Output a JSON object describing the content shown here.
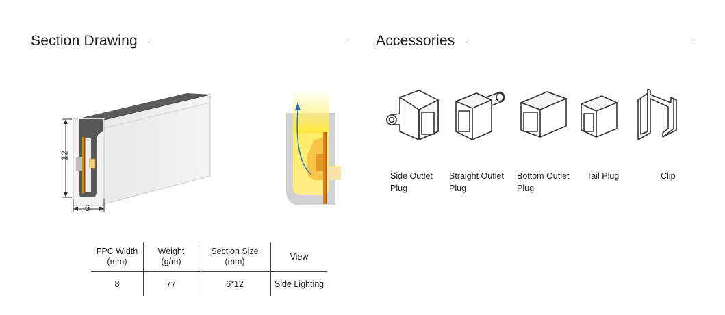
{
  "sections": {
    "drawing_title": "Section Drawing",
    "accessories_title": "Accessories"
  },
  "drawing": {
    "height_label": "12",
    "width_label": "6"
  },
  "accessories": [
    {
      "label_line1": "Side Outlet",
      "label_line2": "Plug",
      "icon": "side-outlet-plug-icon"
    },
    {
      "label_line1": "Straight Outlet",
      "label_line2": "Plug",
      "icon": "straight-outlet-plug-icon"
    },
    {
      "label_line1": "Bottom Outlet",
      "label_line2": "Plug",
      "icon": "bottom-outlet-plug-icon"
    },
    {
      "label_line1": "Tail Plug",
      "label_line2": "",
      "icon": "tail-plug-icon"
    },
    {
      "label_line1": "Clip",
      "label_line2": "",
      "icon": "clip-icon"
    }
  ],
  "spec_table": {
    "headers": [
      {
        "line1": "FPC Width",
        "line2": "(mm)"
      },
      {
        "line1": "Weight",
        "line2": "(g/m)"
      },
      {
        "line1": "Section Size",
        "line2": "(mm)"
      },
      {
        "line1": "View",
        "line2": ""
      }
    ],
    "row": [
      "8",
      "77",
      "6*12",
      "Side Lighting"
    ]
  }
}
